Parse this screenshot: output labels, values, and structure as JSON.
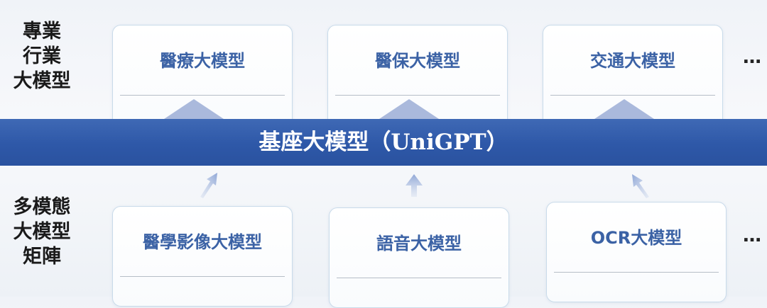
{
  "top_group": {
    "label_lines": [
      "專業",
      "行業",
      "大模型"
    ],
    "models": [
      "醫療大模型",
      "醫保大模型",
      "交通大模型"
    ],
    "ellipsis": "…"
  },
  "base": {
    "label": "基座大模型（UniGPT）"
  },
  "bottom_group": {
    "label_lines": [
      "多模態",
      "大模型",
      "矩陣"
    ],
    "models": [
      "醫學影像大模型",
      "語音大模型",
      "OCR大模型"
    ],
    "ellipsis": "…"
  },
  "colors": {
    "band": "#2e58a8",
    "card_title": "#3b62a5",
    "card_border": "#c9dbea",
    "arrow": "#aab9dc"
  }
}
